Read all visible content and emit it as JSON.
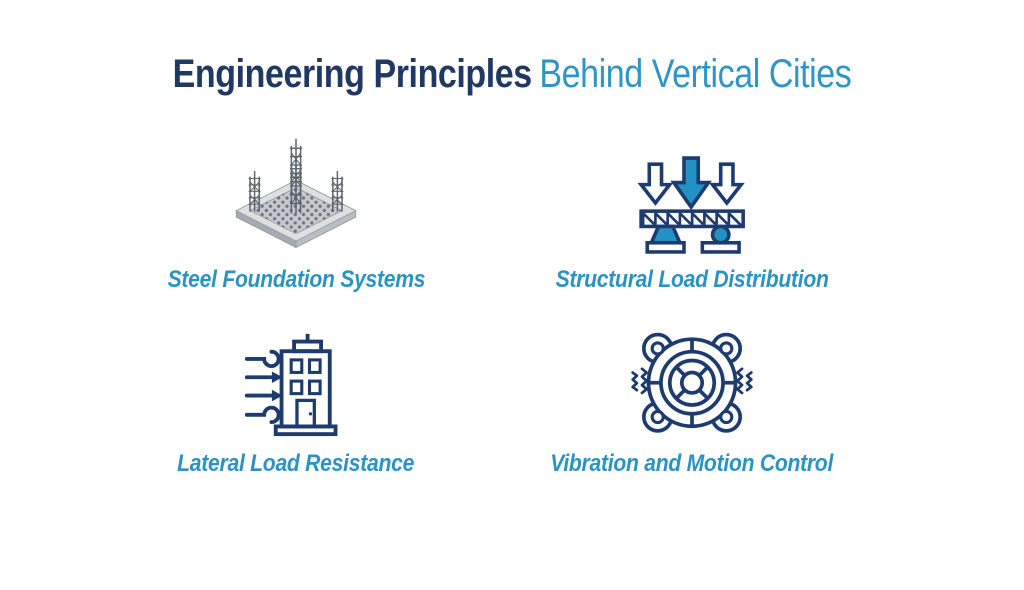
{
  "title": {
    "bold_part": "Engineering Principles",
    "light_part": "Behind Vertical Cities"
  },
  "colors": {
    "title_navy": "#203864",
    "title_blue": "#2e96c6",
    "label_blue": "#2b93c4",
    "icon_outline_navy": "#1d3b6e",
    "icon_fill_blue": "#2292c4",
    "foundation_slab_gray": "#dde0e3",
    "foundation_mesh_gray": "#c6c9cd",
    "foundation_rebar_gray": "#5c636b",
    "background": "#ffffff"
  },
  "cards": [
    {
      "label": "Steel Foundation Systems",
      "icon": "steel-foundation-icon"
    },
    {
      "label": "Structural Load Distribution",
      "icon": "load-distribution-icon"
    },
    {
      "label": "Lateral Load Resistance",
      "icon": "wind-building-icon"
    },
    {
      "label": "Vibration and Motion Control",
      "icon": "vibration-damper-icon"
    }
  ]
}
